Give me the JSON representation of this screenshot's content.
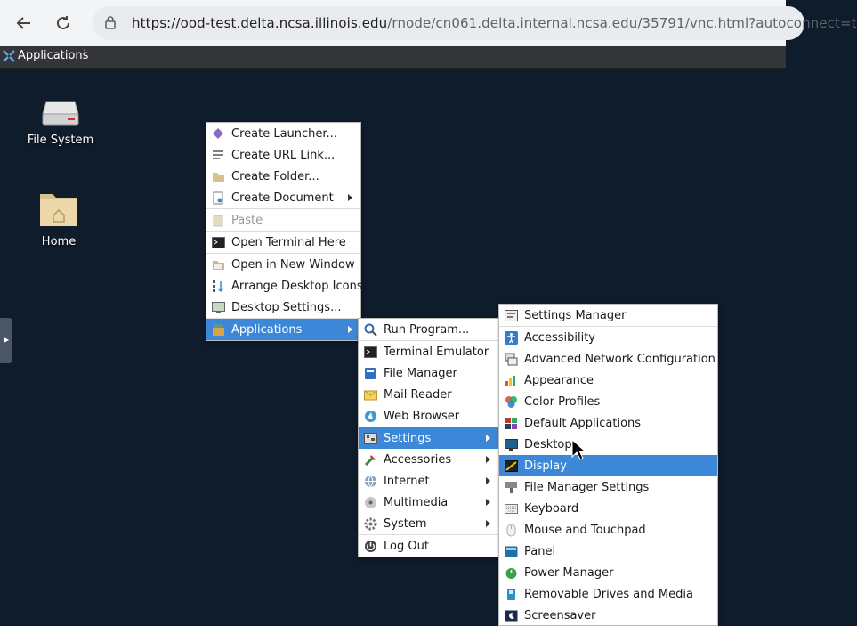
{
  "browser": {
    "url_host": "https://ood-test.delta.ncsa.illinois.edu",
    "url_path": "/rnode/cn061.delta.internal.ncsa.edu/35791/vnc.html?autoconnect=t"
  },
  "panel": {
    "applications_label": "Applications"
  },
  "desktop": {
    "icons": [
      {
        "label": "File System",
        "icon": "drive-icon"
      },
      {
        "label": "Home",
        "icon": "home-folder-icon"
      }
    ]
  },
  "context_menu": {
    "items": [
      {
        "label": "Create Launcher...",
        "icon": "launcher-icon"
      },
      {
        "label": "Create URL Link...",
        "icon": "link-icon"
      },
      {
        "label": "Create Folder...",
        "icon": "folder-icon"
      },
      {
        "label": "Create Document",
        "icon": "document-icon",
        "submenu": true
      },
      {
        "label": "Paste",
        "icon": "paste-icon",
        "disabled": true
      },
      {
        "label": "Open Terminal Here",
        "icon": "terminal-icon"
      },
      {
        "label": "Open in New Window",
        "icon": "window-icon"
      },
      {
        "label": "Arrange Desktop Icons",
        "icon": "arrange-icon"
      },
      {
        "label": "Desktop Settings...",
        "icon": "desktop-settings-icon"
      },
      {
        "label": "Applications",
        "icon": "applications-icon",
        "submenu": true,
        "active": true
      }
    ]
  },
  "applications_menu": {
    "items": [
      {
        "label": "Run Program...",
        "icon": "run-icon"
      },
      {
        "label": "Terminal Emulator",
        "icon": "terminal-icon"
      },
      {
        "label": "File Manager",
        "icon": "file-manager-icon"
      },
      {
        "label": "Mail Reader",
        "icon": "mail-icon"
      },
      {
        "label": "Web Browser",
        "icon": "web-browser-icon"
      },
      {
        "label": "Settings",
        "icon": "settings-icon",
        "submenu": true,
        "active": true
      },
      {
        "label": "Accessories",
        "icon": "accessories-icon",
        "submenu": true
      },
      {
        "label": "Internet",
        "icon": "internet-icon",
        "submenu": true
      },
      {
        "label": "Multimedia",
        "icon": "multimedia-icon",
        "submenu": true
      },
      {
        "label": "System",
        "icon": "system-icon",
        "submenu": true
      },
      {
        "label": "Log Out",
        "icon": "logout-icon"
      }
    ]
  },
  "settings_menu": {
    "items": [
      {
        "label": "Settings Manager",
        "icon": "settings-manager-icon"
      },
      {
        "label": "Accessibility",
        "icon": "accessibility-icon"
      },
      {
        "label": "Advanced Network Configuration",
        "icon": "network-icon"
      },
      {
        "label": "Appearance",
        "icon": "appearance-icon"
      },
      {
        "label": "Color Profiles",
        "icon": "color-profiles-icon"
      },
      {
        "label": "Default Applications",
        "icon": "default-apps-icon"
      },
      {
        "label": "Desktop",
        "icon": "desktop-icon"
      },
      {
        "label": "Display",
        "icon": "display-icon",
        "active": true
      },
      {
        "label": "File Manager Settings",
        "icon": "file-manager-settings-icon"
      },
      {
        "label": "Keyboard",
        "icon": "keyboard-icon"
      },
      {
        "label": "Mouse and Touchpad",
        "icon": "mouse-icon"
      },
      {
        "label": "Panel",
        "icon": "panel-icon"
      },
      {
        "label": "Power Manager",
        "icon": "power-icon"
      },
      {
        "label": "Removable Drives and Media",
        "icon": "removable-drive-icon"
      },
      {
        "label": "Screensaver",
        "icon": "screensaver-icon"
      }
    ]
  }
}
